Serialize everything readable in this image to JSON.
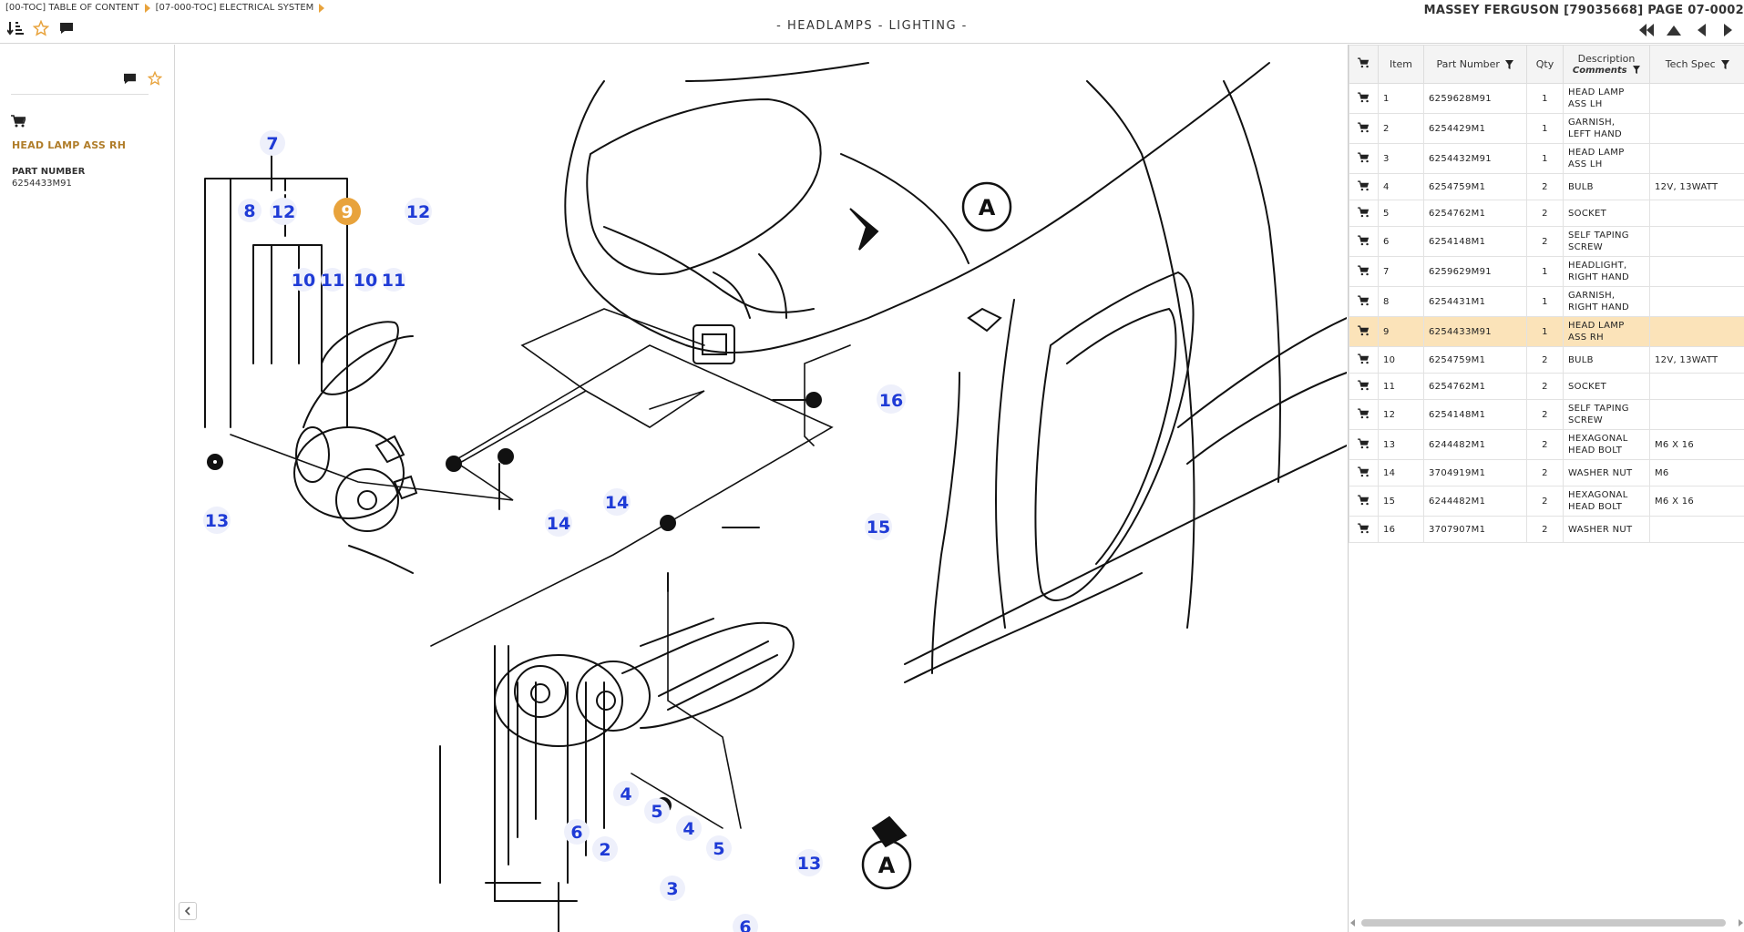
{
  "breadcrumb": [
    "[00-TOC] TABLE OF CONTENT",
    "[07-000-TOC] ELECTRICAL SYSTEM"
  ],
  "page_title": "- HEADLAMPS - LIGHTING -",
  "model_title": "MASSEY FERGUSON [79035668]   PAGE 07-0002",
  "top_icons": [
    "sort-icon",
    "star-icon",
    "comment-icon"
  ],
  "nav_icons": [
    "first-page-icon",
    "up-icon",
    "prev-icon",
    "next-icon"
  ],
  "left_panel": {
    "part_name": "HEAD LAMP ASS RH",
    "part_number_label": "PART NUMBER",
    "part_number": "6254433M91"
  },
  "table": {
    "headers": {
      "item": "Item",
      "part_number": "Part Number",
      "qty": "Qty",
      "description": "Description",
      "comments": "Comments",
      "tech_spec": "Tech Spec"
    },
    "rows": [
      {
        "item": "1",
        "part": "6259628M91",
        "qty": "1",
        "desc": [
          "HEAD LAMP",
          "ASS LH"
        ],
        "spec": ""
      },
      {
        "item": "2",
        "part": "6254429M1",
        "qty": "1",
        "desc": [
          "GARNISH,",
          "LEFT HAND"
        ],
        "spec": ""
      },
      {
        "item": "3",
        "part": "6254432M91",
        "qty": "1",
        "desc": [
          "HEAD LAMP",
          "ASS LH"
        ],
        "spec": ""
      },
      {
        "item": "4",
        "part": "6254759M1",
        "qty": "2",
        "desc": [
          "BULB"
        ],
        "spec": "12V, 13WATT"
      },
      {
        "item": "5",
        "part": "6254762M1",
        "qty": "2",
        "desc": [
          "SOCKET"
        ],
        "spec": ""
      },
      {
        "item": "6",
        "part": "6254148M1",
        "qty": "2",
        "desc": [
          "SELF TAPING",
          "SCREW"
        ],
        "spec": ""
      },
      {
        "item": "7",
        "part": "6259629M91",
        "qty": "1",
        "desc": [
          "HEADLIGHT,",
          "RIGHT HAND"
        ],
        "spec": ""
      },
      {
        "item": "8",
        "part": "6254431M1",
        "qty": "1",
        "desc": [
          "GARNISH,",
          "RIGHT HAND"
        ],
        "spec": ""
      },
      {
        "item": "9",
        "part": "6254433M91",
        "qty": "1",
        "desc": [
          "HEAD LAMP",
          "ASS RH"
        ],
        "spec": "",
        "selected": true
      },
      {
        "item": "10",
        "part": "6254759M1",
        "qty": "2",
        "desc": [
          "BULB"
        ],
        "spec": "12V, 13WATT"
      },
      {
        "item": "11",
        "part": "6254762M1",
        "qty": "2",
        "desc": [
          "SOCKET"
        ],
        "spec": ""
      },
      {
        "item": "12",
        "part": "6254148M1",
        "qty": "2",
        "desc": [
          "SELF TAPING",
          "SCREW"
        ],
        "spec": ""
      },
      {
        "item": "13",
        "part": "6244482M1",
        "qty": "2",
        "desc": [
          "HEXAGONAL",
          "HEAD BOLT"
        ],
        "spec": "M6 X 16"
      },
      {
        "item": "14",
        "part": "3704919M1",
        "qty": "2",
        "desc": [
          "WASHER NUT"
        ],
        "spec": "M6"
      },
      {
        "item": "15",
        "part": "6244482M1",
        "qty": "2",
        "desc": [
          "HEXAGONAL",
          "HEAD BOLT"
        ],
        "spec": "M6 X 16"
      },
      {
        "item": "16",
        "part": "3707907M1",
        "qty": "2",
        "desc": [
          "WASHER NUT"
        ],
        "spec": ""
      }
    ]
  },
  "callouts": [
    "7",
    "8",
    "12",
    "9",
    "12",
    "10",
    "11",
    "10",
    "11",
    "13",
    "14",
    "14",
    "15",
    "16",
    "4",
    "5",
    "4",
    "5",
    "6",
    "2",
    "3",
    "13",
    "6"
  ],
  "view_marker": "A",
  "colors": {
    "accent": "#e8a33c",
    "callout": "#1f3bd6",
    "selected_row": "#fbe3b9",
    "part_name": "#b07d2a"
  }
}
